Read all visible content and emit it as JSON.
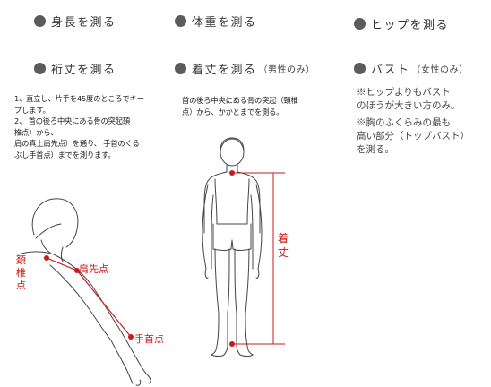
{
  "headers": {
    "height": "身長を測る",
    "weight": "体重を測る",
    "hip": "ヒップを測る",
    "sleeve": "裄丈を測る",
    "length": "着丈を測る",
    "length_note": "（男性のみ）",
    "bust": "バスト",
    "bust_note": "（女性のみ）"
  },
  "sleeve_steps": [
    "1、直立し、片手を45度のところでキー",
    "プします。",
    "2、 首の後ろ中央にある骨の突起頚",
    "椎点）から、",
    "肩の真上肩先点）を通り、 手首のくる",
    "ぶし手首点）までを測ります。"
  ],
  "length_steps": [
    "首の後ろ中央にある骨の突起（頚椎",
    "点）から、かかとまでを測る。"
  ],
  "bust_notes": [
    [
      "※ヒップよりもバスト",
      "のほうが大きい方のみ。"
    ],
    [
      "※胸のふくらみの最も",
      "高い部分（トップバスト）",
      "を測る。"
    ]
  ],
  "labels": {
    "neck_point": [
      "頚",
      "椎",
      "点"
    ],
    "shoulder_point": "肩先点",
    "wrist_point": "手首点",
    "length_label": [
      "着",
      "丈"
    ]
  },
  "colors": {
    "accent": "#cc1a1a",
    "bullet": "#5b5b5b"
  }
}
